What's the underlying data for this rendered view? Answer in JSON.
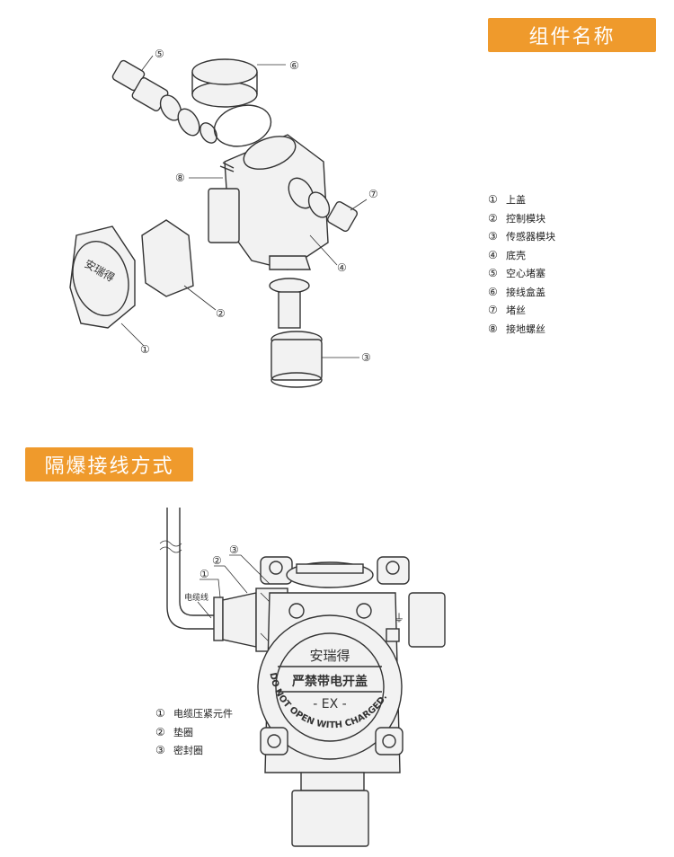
{
  "sections": {
    "components_title": "组件名称",
    "wiring_title": "隔爆接线方式"
  },
  "components": [
    {
      "num": "①",
      "label": "上盖"
    },
    {
      "num": "②",
      "label": "控制模块"
    },
    {
      "num": "③",
      "label": "传感器模块"
    },
    {
      "num": "④",
      "label": "底壳"
    },
    {
      "num": "⑤",
      "label": "空心堵塞"
    },
    {
      "num": "⑥",
      "label": "接线盒盖"
    },
    {
      "num": "⑦",
      "label": "堵丝"
    },
    {
      "num": "⑧",
      "label": "接地螺丝"
    }
  ],
  "wiring_parts": [
    {
      "num": "①",
      "label": "电缆压紧元件"
    },
    {
      "num": "②",
      "label": "垫圈"
    },
    {
      "num": "③",
      "label": "密封圈"
    }
  ],
  "drawing_text": {
    "cable_label": "电缆线",
    "cover_brand": "安瑞得",
    "cover_warning": "严禁带电开盖",
    "cover_ex": "- EX -",
    "cover_english": "DO NOT OPEN WITH CHARGED.",
    "top_cover_brand": "安瑞得",
    "ground_symbol": "⏚"
  },
  "colors": {
    "accent": "#ef9a2c"
  }
}
